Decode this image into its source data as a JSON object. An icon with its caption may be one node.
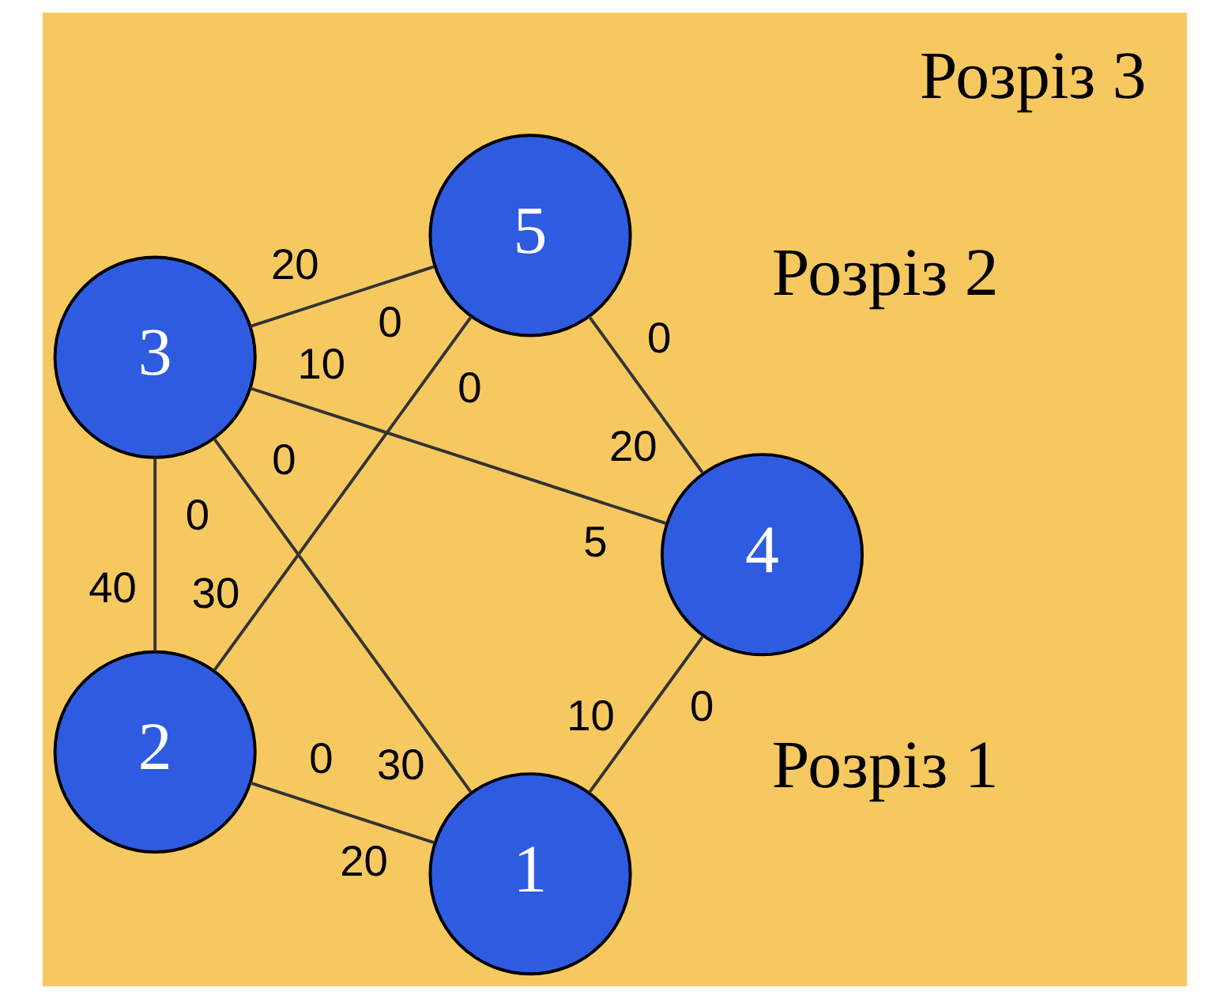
{
  "diagram": {
    "nodes": [
      {
        "text": [
          "1"
        ]
      },
      {
        "text": [
          "2"
        ]
      },
      {
        "text": [
          "3"
        ]
      },
      {
        "text": [
          "4"
        ]
      },
      {
        "text": [
          "5"
        ]
      }
    ],
    "edges": [
      {
        "from": 0,
        "to": 3,
        "arrow": "none"
      },
      {
        "from": 3,
        "to": 4,
        "arrow": "none"
      },
      {
        "from": 3,
        "to": 2,
        "arrow": "none"
      },
      {
        "from": 0,
        "to": 2,
        "arrow": "none"
      },
      {
        "from": 0,
        "to": 1,
        "arrow": "none"
      },
      {
        "from": 1,
        "to": 4,
        "arrow": "none"
      },
      {
        "from": 1,
        "to": 2,
        "arrow": "none"
      },
      {
        "from": 4,
        "to": 2,
        "arrow": "none"
      }
    ],
    "labels": [
      "Розріз 2",
      "0",
      "20",
      "Розріз 1",
      "5",
      "Розріз 3",
      "10",
      "0",
      "30",
      "0",
      "20",
      "0",
      "10",
      "30",
      "0",
      "0",
      "20",
      "40",
      "0"
    ]
  }
}
